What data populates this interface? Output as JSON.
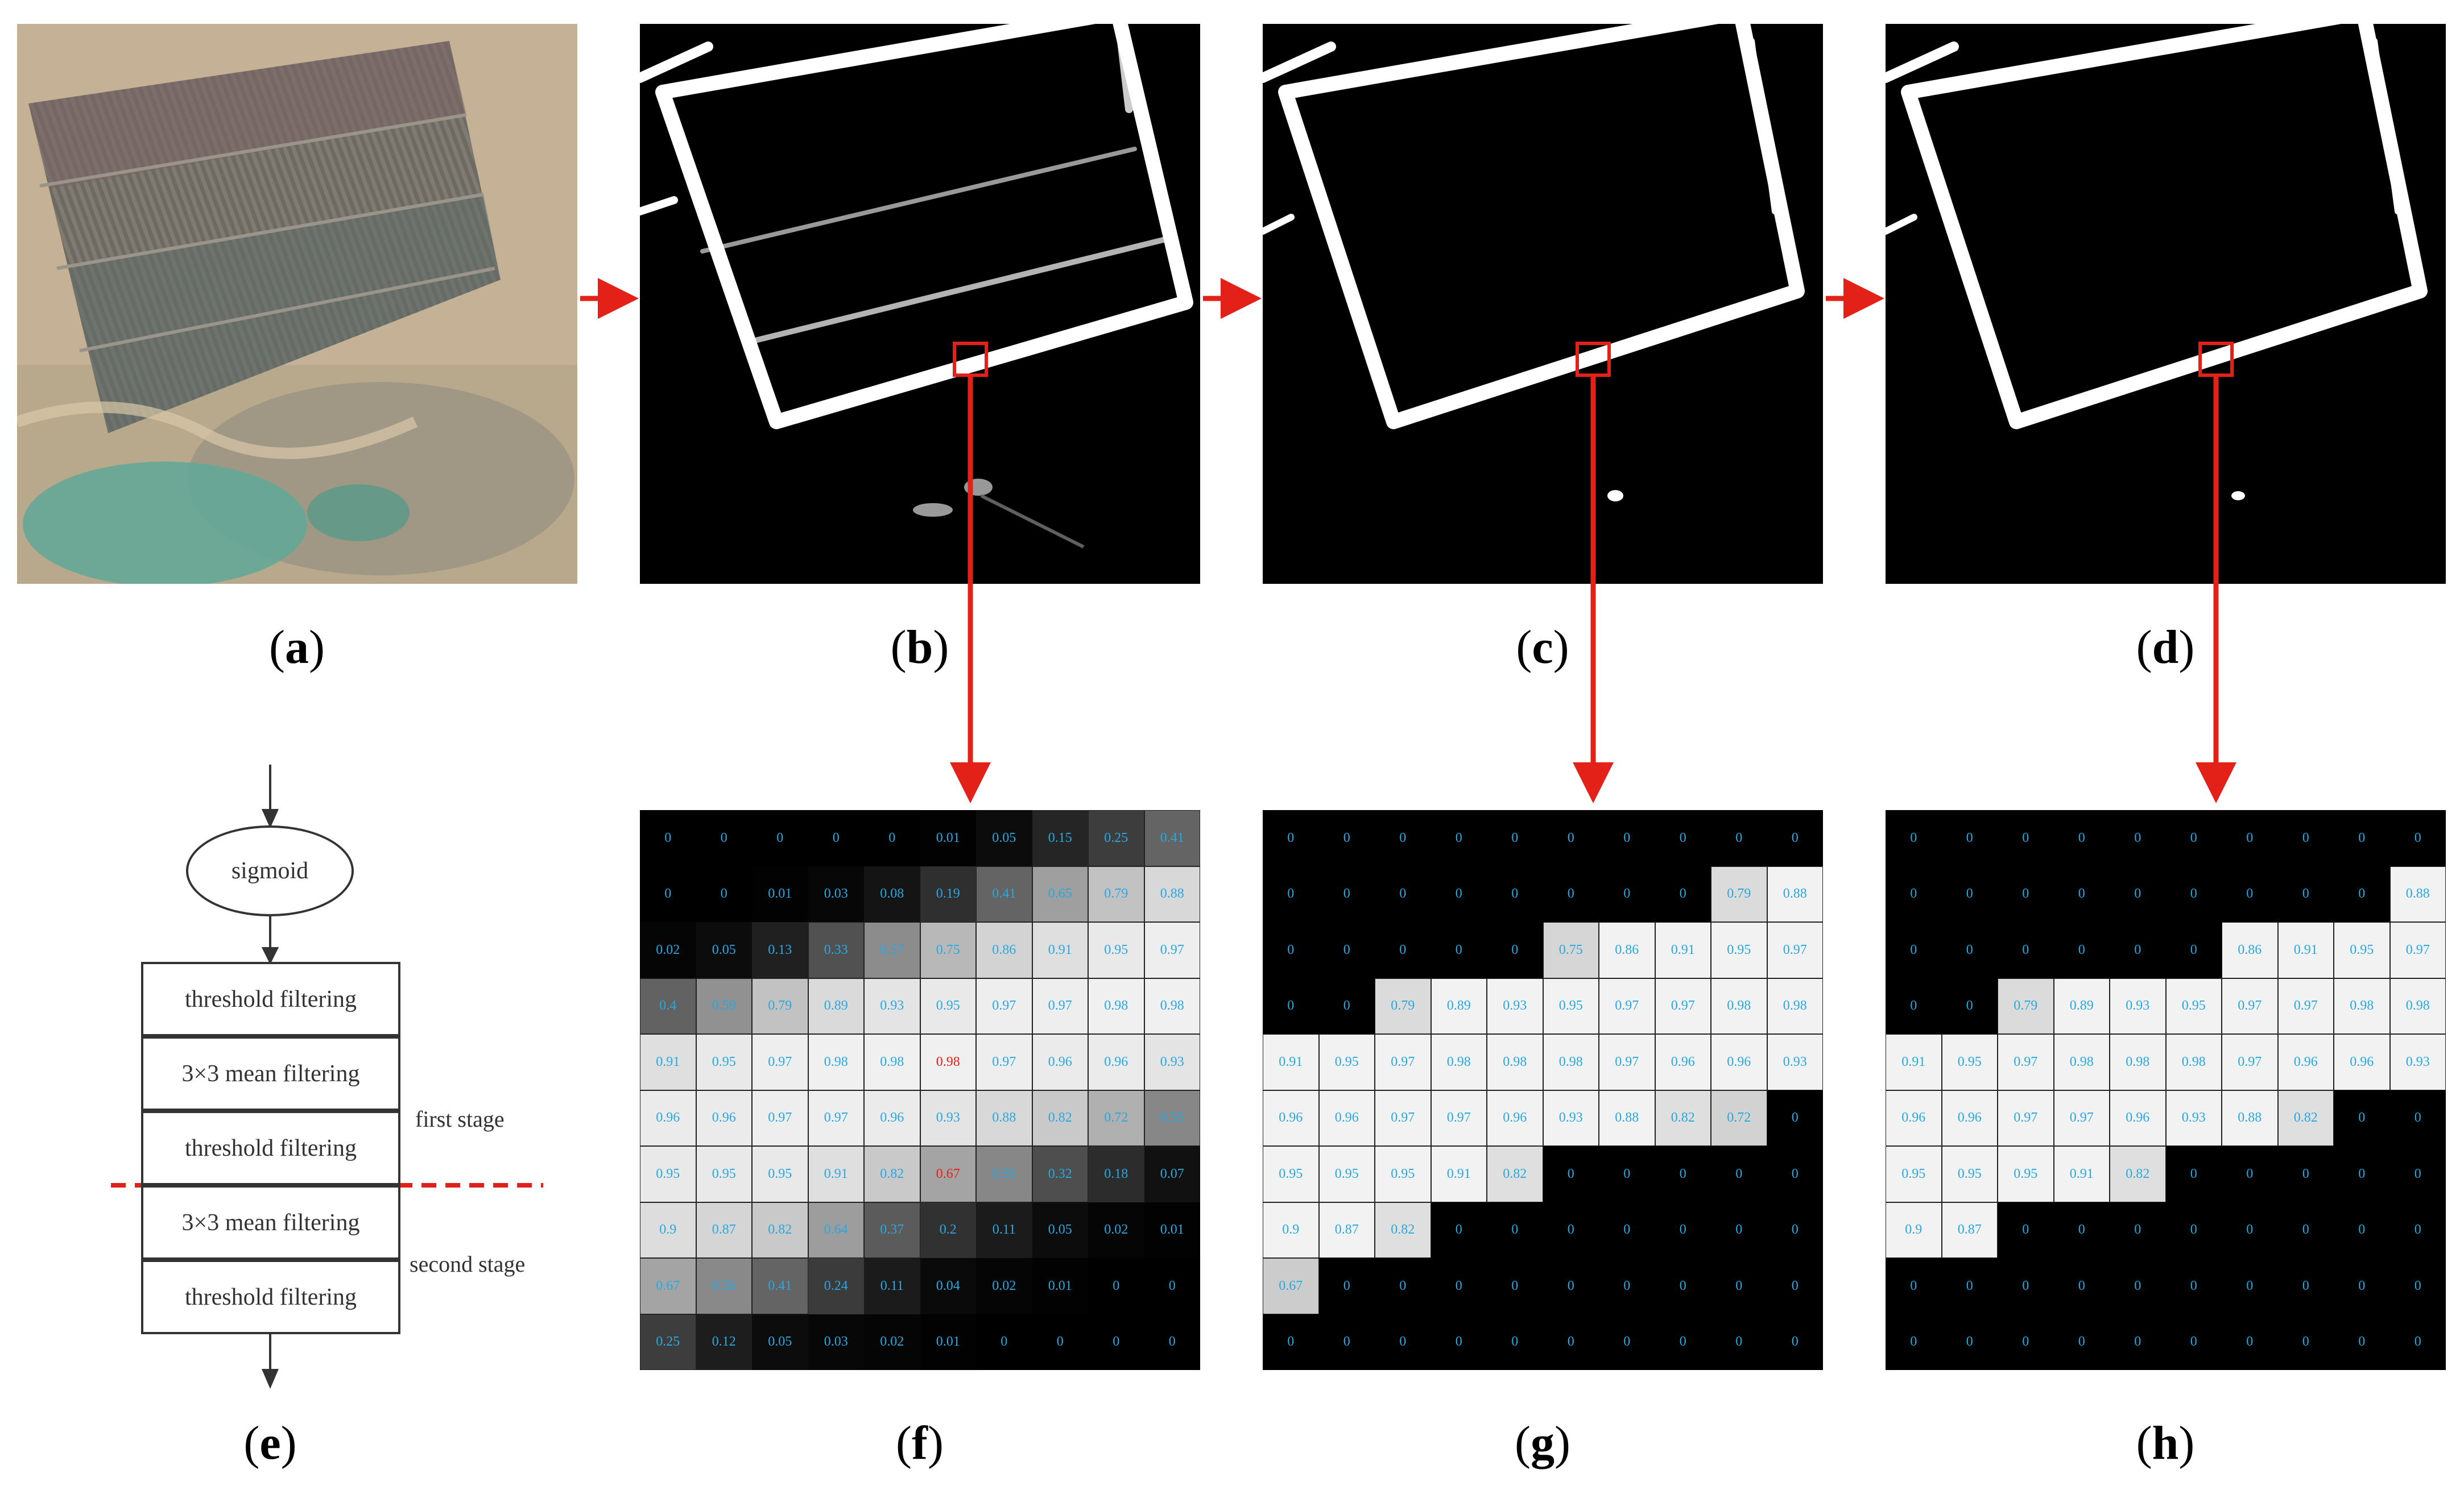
{
  "captions": {
    "a": "a",
    "b": "b",
    "c": "c",
    "d": "d",
    "e": "e",
    "f": "f",
    "g": "g",
    "h": "h"
  },
  "flowchart": {
    "start": "sigmoid",
    "steps": [
      "threshold filtering",
      "3×3 mean filtering",
      "threshold filtering",
      "3×3 mean filtering",
      "threshold filtering"
    ],
    "stage_labels": {
      "first": "first stage",
      "second": "second stage"
    },
    "divider_color": "#e0201c"
  },
  "colors": {
    "arrow": "#e32119",
    "value_text": "#29a8e0",
    "highlight_text": "#e32119"
  },
  "grid_f": {
    "rows": [
      [
        "0",
        "0",
        "0",
        "0",
        "0",
        "0.01",
        "0.05",
        "0.15",
        "0.25",
        "0.41"
      ],
      [
        "0",
        "0",
        "0.01",
        "0.03",
        "0.08",
        "0.19",
        "0.41",
        "0.65",
        "0.79",
        "0.88"
      ],
      [
        "0.02",
        "0.05",
        "0.13",
        "0.33",
        "0.57",
        "0.75",
        "0.86",
        "0.91",
        "0.95",
        "0.97"
      ],
      [
        "0.4",
        "0.59",
        "0.79",
        "0.89",
        "0.93",
        "0.95",
        "0.97",
        "0.97",
        "0.98",
        "0.98"
      ],
      [
        "0.91",
        "0.95",
        "0.97",
        "0.98",
        "0.98",
        "0.98",
        "0.97",
        "0.96",
        "0.96",
        "0.93"
      ],
      [
        "0.96",
        "0.96",
        "0.97",
        "0.97",
        "0.96",
        "0.93",
        "0.88",
        "0.82",
        "0.72",
        "0.55"
      ],
      [
        "0.95",
        "0.95",
        "0.95",
        "0.91",
        "0.82",
        "0.67",
        "0.55",
        "0.32",
        "0.18",
        "0.07"
      ],
      [
        "0.9",
        "0.87",
        "0.82",
        "0.64",
        "0.37",
        "0.2",
        "0.11",
        "0.05",
        "0.02",
        "0.01"
      ],
      [
        "0.67",
        "0.56",
        "0.41",
        "0.24",
        "0.11",
        "0.04",
        "0.02",
        "0.01",
        "0",
        "0"
      ],
      [
        "0.25",
        "0.12",
        "0.05",
        "0.03",
        "0.02",
        "0.01",
        "0",
        "0",
        "0",
        "0"
      ]
    ],
    "highlighted": [
      [
        4,
        5
      ],
      [
        6,
        5
      ]
    ]
  },
  "grid_g": {
    "rows": [
      [
        "0",
        "0",
        "0",
        "0",
        "0",
        "0",
        "0",
        "0",
        "0",
        "0"
      ],
      [
        "0",
        "0",
        "0",
        "0",
        "0",
        "0",
        "0",
        "0",
        "0.79",
        "0.88"
      ],
      [
        "0",
        "0",
        "0",
        "0",
        "0",
        "0.75",
        "0.86",
        "0.91",
        "0.95",
        "0.97"
      ],
      [
        "0",
        "0",
        "0.79",
        "0.89",
        "0.93",
        "0.95",
        "0.97",
        "0.97",
        "0.98",
        "0.98"
      ],
      [
        "0.91",
        "0.95",
        "0.97",
        "0.98",
        "0.98",
        "0.98",
        "0.97",
        "0.96",
        "0.96",
        "0.93"
      ],
      [
        "0.96",
        "0.96",
        "0.97",
        "0.97",
        "0.96",
        "0.93",
        "0.88",
        "0.82",
        "0.72",
        "0"
      ],
      [
        "0.95",
        "0.95",
        "0.95",
        "0.91",
        "0.82",
        "0",
        "0",
        "0",
        "0",
        "0"
      ],
      [
        "0.9",
        "0.87",
        "0.82",
        "0",
        "0",
        "0",
        "0",
        "0",
        "0",
        "0"
      ],
      [
        "0.67",
        "0",
        "0",
        "0",
        "0",
        "0",
        "0",
        "0",
        "0",
        "0"
      ],
      [
        "0",
        "0",
        "0",
        "0",
        "0",
        "0",
        "0",
        "0",
        "0",
        "0"
      ]
    ]
  },
  "grid_h": {
    "rows": [
      [
        "0",
        "0",
        "0",
        "0",
        "0",
        "0",
        "0",
        "0",
        "0",
        "0"
      ],
      [
        "0",
        "0",
        "0",
        "0",
        "0",
        "0",
        "0",
        "0",
        "0",
        "0.88"
      ],
      [
        "0",
        "0",
        "0",
        "0",
        "0",
        "0",
        "0.86",
        "0.91",
        "0.95",
        "0.97"
      ],
      [
        "0",
        "0",
        "0.79",
        "0.89",
        "0.93",
        "0.95",
        "0.97",
        "0.97",
        "0.98",
        "0.98"
      ],
      [
        "0.91",
        "0.95",
        "0.97",
        "0.98",
        "0.98",
        "0.98",
        "0.97",
        "0.96",
        "0.96",
        "0.93"
      ],
      [
        "0.96",
        "0.96",
        "0.97",
        "0.97",
        "0.96",
        "0.93",
        "0.88",
        "0.82",
        "0",
        "0"
      ],
      [
        "0.95",
        "0.95",
        "0.95",
        "0.91",
        "0.82",
        "0",
        "0",
        "0",
        "0",
        "0"
      ],
      [
        "0.9",
        "0.87",
        "0",
        "0",
        "0",
        "0",
        "0",
        "0",
        "0",
        "0"
      ],
      [
        "0",
        "0",
        "0",
        "0",
        "0",
        "0",
        "0",
        "0",
        "0",
        "0"
      ],
      [
        "0",
        "0",
        "0",
        "0",
        "0",
        "0",
        "0",
        "0",
        "0",
        "0"
      ]
    ]
  }
}
